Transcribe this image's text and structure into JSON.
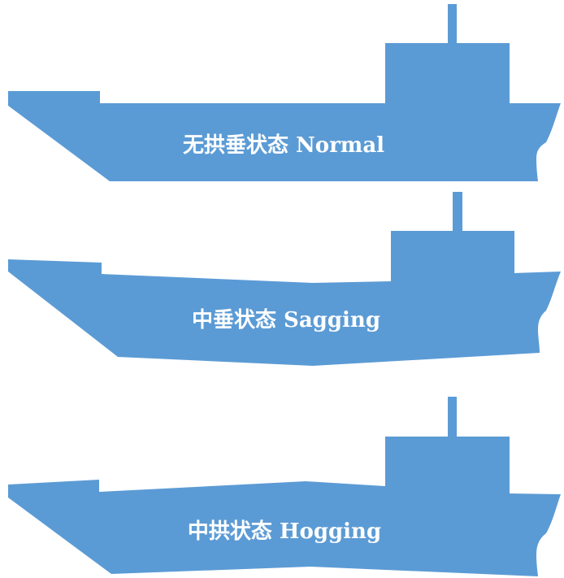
{
  "diagram": {
    "ship_color": "#5b9bd5",
    "label_color": "#ffffff",
    "states": [
      {
        "label": "无拱垂状态 Normal"
      },
      {
        "label": "中垂状态 Sagging"
      },
      {
        "label": "中拱状态 Hogging"
      }
    ]
  }
}
